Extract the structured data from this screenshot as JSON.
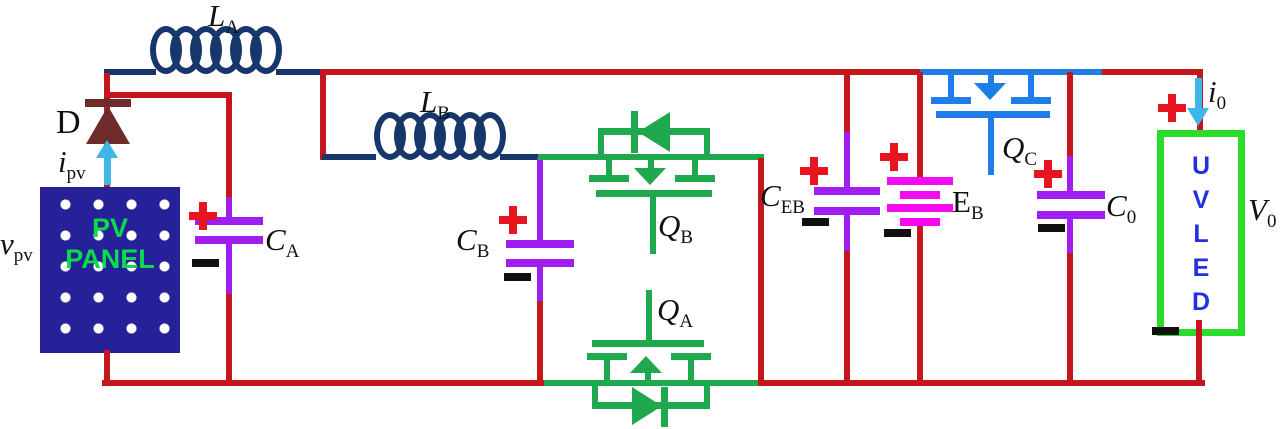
{
  "colors": {
    "wire_red": "#C4161C",
    "inductor_navy": "#16376B",
    "mosfet_green": "#1FA84D",
    "mosfet_blue": "#1E7DE8",
    "capacitor_purple": "#A01FF0",
    "battery_magenta": "#F40AF0",
    "arrow_cyan": "#3FB6E8",
    "led_border_green": "#2BDD2B",
    "led_text_blue": "#2330E0",
    "pv_panel_blue": "#262099",
    "pv_text_green": "#0ADB4A",
    "diode_maroon": "#6F2B2B",
    "plus_sign_red": "#E81420",
    "label_black": "#111111"
  },
  "labels": {
    "inductor_a": {
      "main": "L",
      "sub": "A"
    },
    "inductor_b": {
      "main": "L",
      "sub": "B"
    },
    "diode": {
      "main": "D"
    },
    "pv_current": {
      "main": "i",
      "sub": "pv"
    },
    "pv_voltage": {
      "main": "v",
      "sub": "pv"
    },
    "cap_a": {
      "main": "C",
      "sub": "A"
    },
    "cap_b": {
      "main": "C",
      "sub": "B"
    },
    "cap_eb": {
      "main": "C",
      "sub": "EB"
    },
    "cap_out": {
      "main": "C",
      "sub": "0"
    },
    "battery": {
      "main": "E",
      "sub": "B"
    },
    "mosfet_a": {
      "main": "Q",
      "sub": "A"
    },
    "mosfet_b": {
      "main": "Q",
      "sub": "B"
    },
    "mosfet_c": {
      "main": "Q",
      "sub": "C"
    },
    "out_current": {
      "main": "i",
      "sub": "0"
    },
    "out_voltage": {
      "main": "V",
      "sub": "0"
    },
    "pv_panel": {
      "line1": "PV",
      "line2": "PANEL"
    },
    "led": {
      "letters": [
        "U",
        "V",
        "L",
        "E",
        "D"
      ]
    }
  }
}
